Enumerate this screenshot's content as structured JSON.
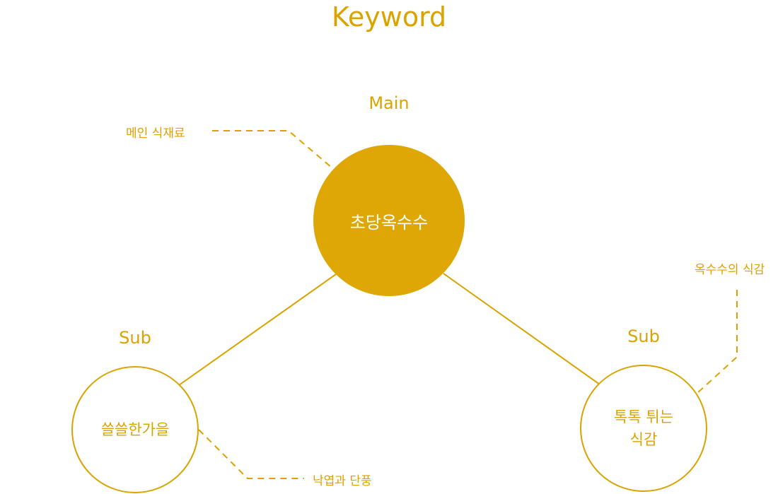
{
  "header": {
    "title": "Keyword"
  },
  "colors": {
    "accent": "#d9a300",
    "main_fill": "#dea706",
    "note_text": "#e0a000",
    "main_text": "#ffffff"
  },
  "nodes": {
    "main": {
      "role": "Main",
      "label": "초당옥수수",
      "note": "메인 식재료"
    },
    "sub_left": {
      "role": "Sub",
      "label": "쓸쓸한가을",
      "note": "낙엽과 단풍"
    },
    "sub_right": {
      "role": "Sub",
      "label_line1": "톡톡 튀는",
      "label_line2": "식감",
      "note": "옥수수의 식감"
    }
  }
}
